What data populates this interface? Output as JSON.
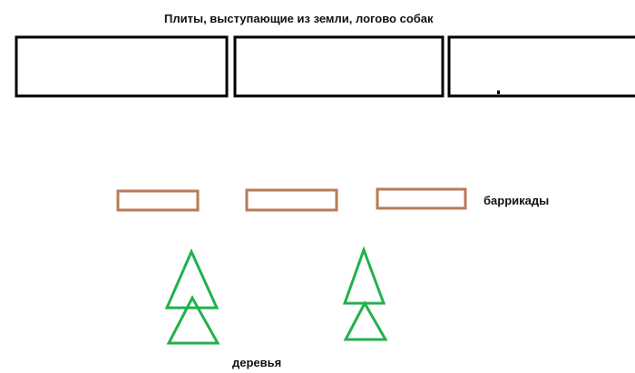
{
  "title": "Плиты, выступающие из земли, логово собак",
  "barricades_label": "баррикады",
  "trees_label": "деревья",
  "colors": {
    "slab": "#000000",
    "barricade": "#b97a57",
    "tree": "#22b14c"
  }
}
